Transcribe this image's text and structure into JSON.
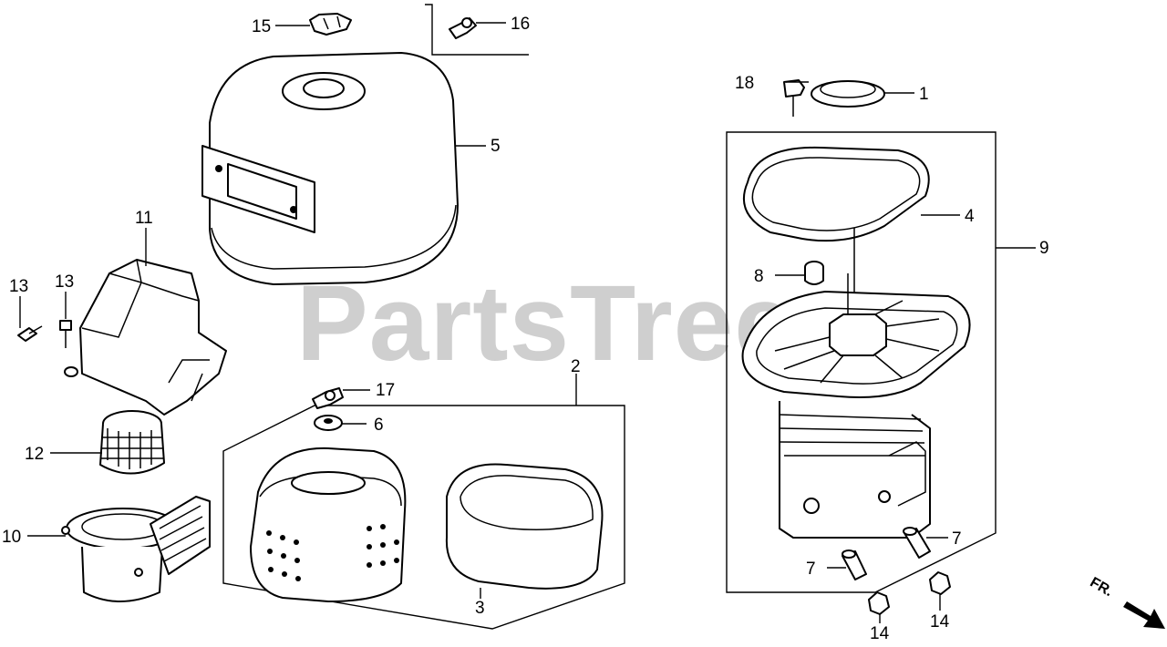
{
  "watermark": "PartsTree",
  "direction_marker": "FR.",
  "callouts": {
    "c1": "1",
    "c2": "2",
    "c3": "3",
    "c4": "4",
    "c5": "5",
    "c6": "6",
    "c7a": "7",
    "c7b": "7",
    "c8": "8",
    "c9": "9",
    "c10": "10",
    "c11": "11",
    "c12": "12",
    "c13a": "13",
    "c13b": "13",
    "c14a": "14",
    "c14b": "14",
    "c15": "15",
    "c16": "16",
    "c17": "17",
    "c18": "18"
  }
}
